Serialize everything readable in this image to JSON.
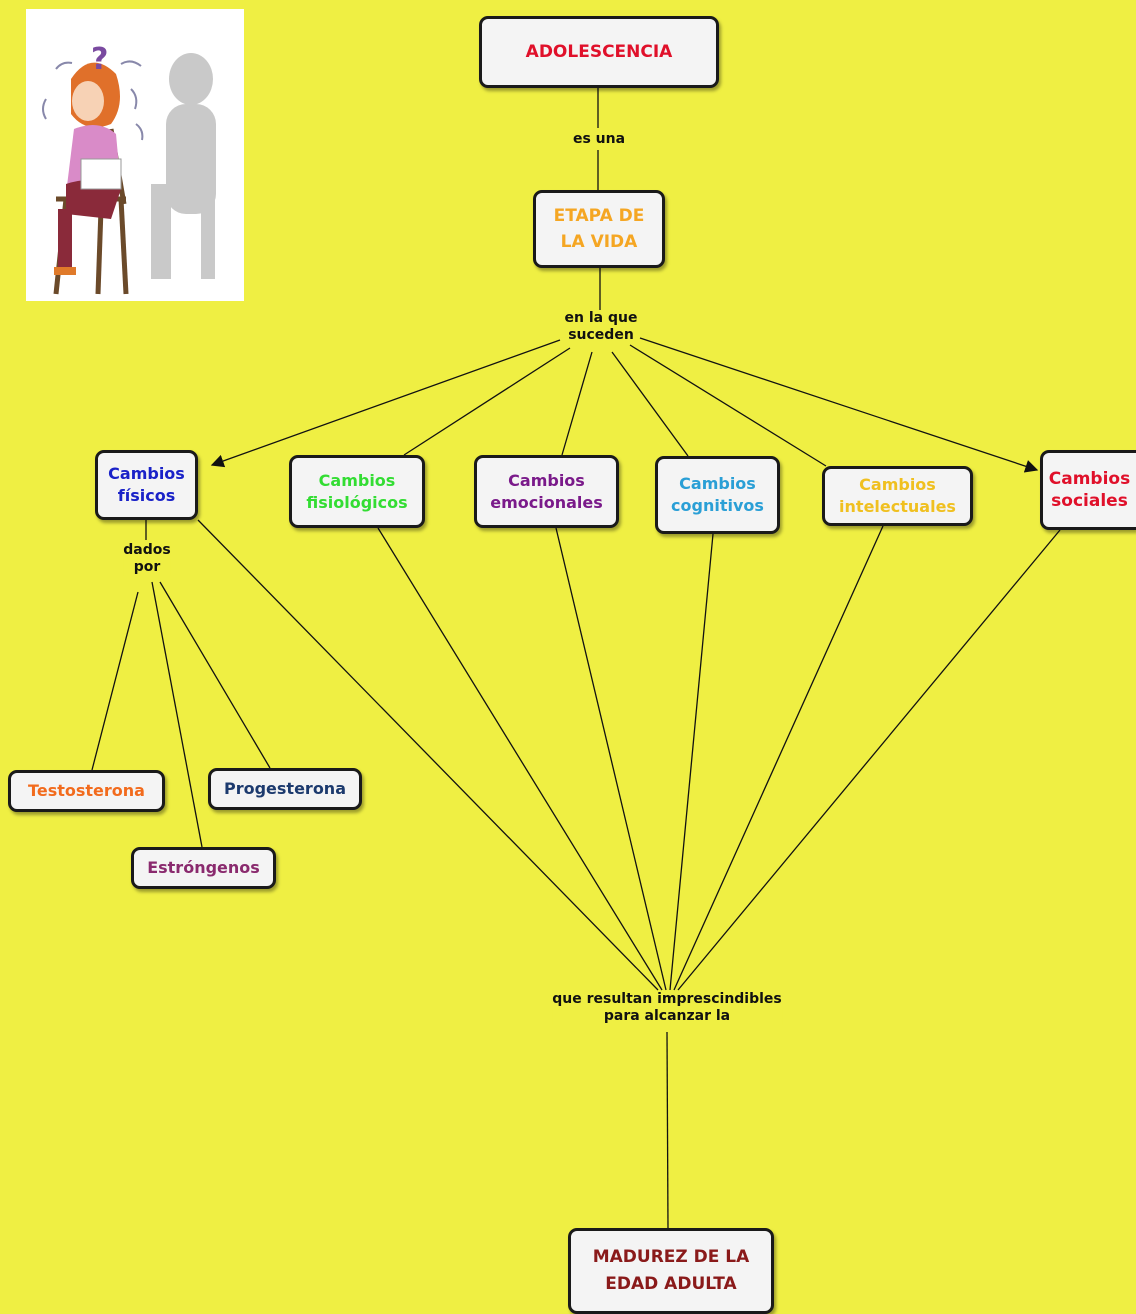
{
  "diagram": {
    "nodes": {
      "adolescencia": {
        "text": "ADOLESCENCIA",
        "color": "#e0102a"
      },
      "etapa": {
        "text": "ETAPA DE\nLA VIDA",
        "color": "#f5a623"
      },
      "fisicos": {
        "text": "Cambios\nfísicos",
        "color": "#1a22c8"
      },
      "fisiologicos": {
        "text": "Cambios\nfisiológicos",
        "color": "#33dd33"
      },
      "emocionales": {
        "text": "Cambios\nemocionales",
        "color": "#7a1a8a"
      },
      "cognitivos": {
        "text": "Cambios\ncognitivos",
        "color": "#2a9fd6"
      },
      "intelectuales": {
        "text": "Cambios\nintelectuales",
        "color": "#f0c020"
      },
      "sociales": {
        "text": "Cambios\nsociales",
        "color": "#e0102a"
      },
      "testosterona": {
        "text": "Testosterona",
        "color": "#f26b1d"
      },
      "progesterona": {
        "text": "Progesterona",
        "color": "#1c3a6e"
      },
      "estrogenos": {
        "text": "Estróngenos",
        "color": "#8a2a6e"
      },
      "madurez": {
        "text": "MADUREZ DE LA\nEDAD ADULTA",
        "color": "#8a1a1a"
      }
    },
    "link_labels": {
      "es_una": "es una",
      "en_la_que": "en la que\nsuceden",
      "dados_por": "dados\npor",
      "que_resultan": "que resultan imprescindibles\npara alcanzar la"
    }
  }
}
